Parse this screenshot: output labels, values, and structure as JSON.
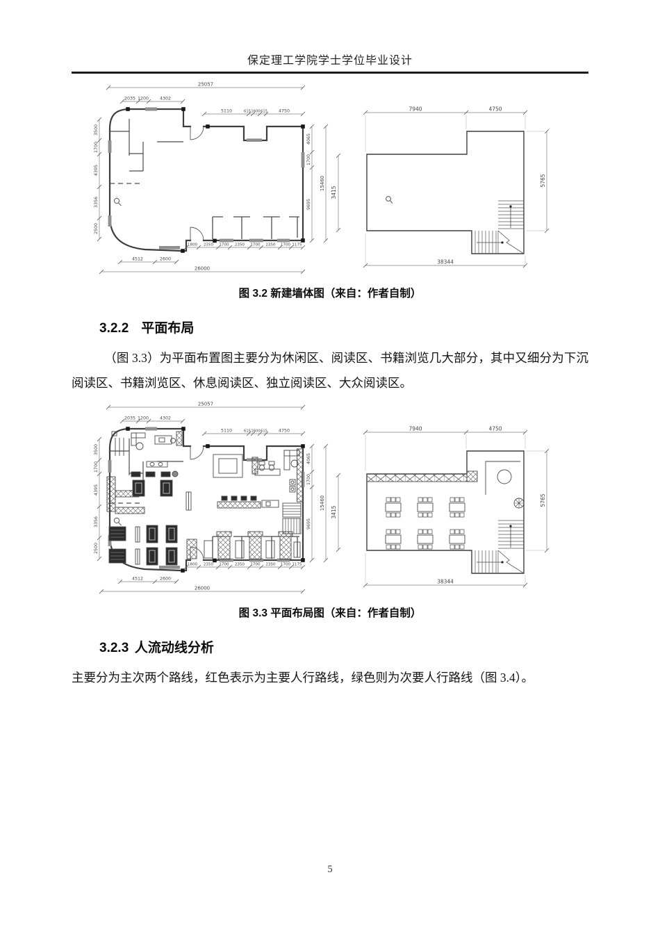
{
  "page": {
    "header": "保定理工学院学士学位毕业设计",
    "page_number": "5"
  },
  "figure_3_2": {
    "caption": "图 3.2 新建墙体图（来自：作者自制）"
  },
  "figure_3_3": {
    "caption": "图 3.3 平面布局图（来自：作者自制）"
  },
  "section_3_2_2": {
    "number": "3.2.2",
    "title": "平面布局",
    "paragraph": "（图 3.3）为平面布置图主要分为休闲区、阅读区、书籍浏览几大部分，其中又细分为下沉阅读区、书籍浏览区、休息阅读区、独立阅读区、大众阅读区。"
  },
  "section_3_2_3": {
    "number": "3.2.3",
    "title": "人流动线分析",
    "paragraph": "主要分为主次两个路线，红色表示为主要人行路线，绿色则为次要人行路线（图 3.4）。"
  },
  "dims": {
    "overall_top": "25057",
    "top_inner": [
      "2035",
      "1200",
      "4302"
    ],
    "entry": [
      "5110",
      "615",
      "1600",
      "615",
      "4750"
    ],
    "left": [
      "3500",
      "1700",
      "4395",
      "3356",
      "2500"
    ],
    "right_inner": [
      "4065",
      "1700",
      "9695"
    ],
    "overall_right": "15460",
    "right_plan_left": "3415",
    "bottom_cells": [
      "1800",
      "2350",
      "1700",
      "2350",
      "1700",
      "2350",
      "1700",
      "1175"
    ],
    "bottom_inner": [
      "4512",
      "2600"
    ],
    "overall_bottom": "26000",
    "r_top": [
      "7940",
      "4750"
    ],
    "r_right": "5765",
    "r_bottom": "38344"
  }
}
